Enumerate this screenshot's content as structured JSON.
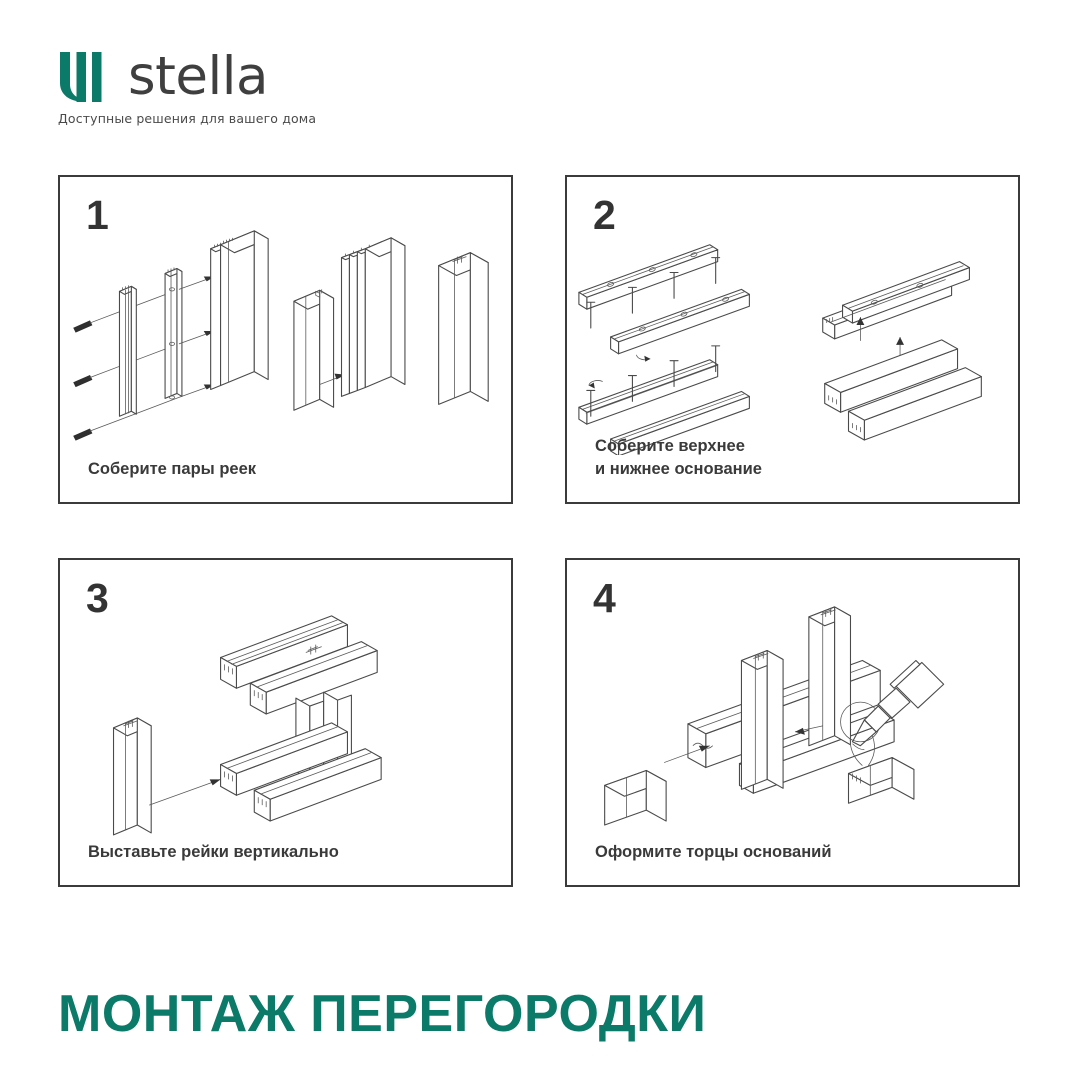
{
  "brand": {
    "mark_icon": "stella-logo-mark-icon",
    "name": "stella",
    "tagline": "Доступные решения для вашего дома",
    "mark_color": "#0b7a69",
    "name_color": "#3f3f3f"
  },
  "steps": [
    {
      "number": "1",
      "caption": "Соберите пары реек",
      "illustration": "slats-and-screws-assembly-diagram"
    },
    {
      "number": "2",
      "caption": "Соберите верхнее\nи нижнее основание",
      "illustration": "top-and-bottom-base-rails-diagram"
    },
    {
      "number": "3",
      "caption": "Выставьте рейки вертикально",
      "illustration": "vertical-slat-placement-diagram"
    },
    {
      "number": "4",
      "caption": "Оформите торцы оснований",
      "illustration": "base-end-caps-finishing-diagram"
    }
  ],
  "footer": {
    "title": "МОНТАЖ ПЕРЕГОРОДКИ",
    "title_color": "#0b7a69"
  },
  "theme": {
    "background": "#ffffff",
    "panel_border": "#3b3b3b",
    "text": "#3a3a3a",
    "accent": "#0b7a69"
  }
}
